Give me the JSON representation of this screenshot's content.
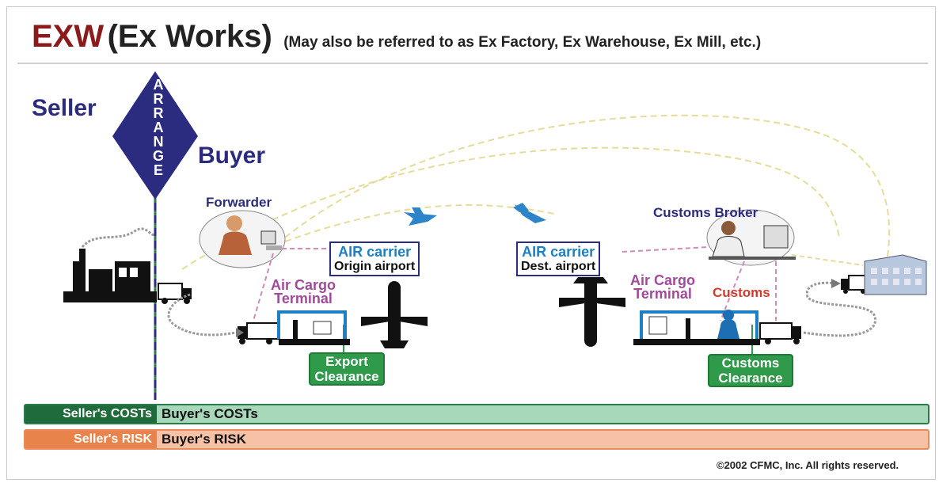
{
  "title": {
    "code": "EXW",
    "name": "(Ex Works)",
    "subtitle": "(May also be referred to as Ex Factory, Ex Warehouse, Ex Mill, etc.)"
  },
  "parties": {
    "seller": "Seller",
    "buyer": "Buyer",
    "arrange_letters": [
      "A",
      "R",
      "R",
      "A",
      "N",
      "G",
      "E"
    ]
  },
  "nodes": {
    "forwarder": "Forwarder",
    "customs_broker": "Customs Broker",
    "origin_carrier": {
      "line1": "AIR carrier",
      "line2": "Origin airport"
    },
    "dest_carrier": {
      "line1": "AIR carrier",
      "line2": "Dest. airport"
    },
    "origin_terminal": {
      "line1": "Air Cargo",
      "line2": "Terminal"
    },
    "dest_terminal": {
      "line1": "Air Cargo",
      "line2": "Terminal"
    },
    "customs": "Customs",
    "export_clearance": {
      "line1": "Export",
      "line2": "Clearance"
    },
    "customs_clearance": {
      "line1": "Customs",
      "line2": "Clearance"
    }
  },
  "bars": {
    "seller_costs": "Seller's COSTs",
    "buyer_costs": "Buyer's COSTs",
    "seller_risk": "Seller's RISK",
    "buyer_risk": "Buyer's RISK"
  },
  "colors": {
    "title_code": "#8b1a1a",
    "party_text": "#2b2b80",
    "carrier_text": "#1d7fc4",
    "terminal_text": "#a14a9c",
    "customs_text": "#d23a2a",
    "clearance_fill": "#2e9a4a",
    "costs_fill": "#a6d8b9",
    "costs_dark": "#1f6b3c",
    "risk_fill": "#f6c1a4",
    "risk_dark": "#e8834c"
  },
  "copyright": "©2002 CFMC, Inc. All rights reserved."
}
